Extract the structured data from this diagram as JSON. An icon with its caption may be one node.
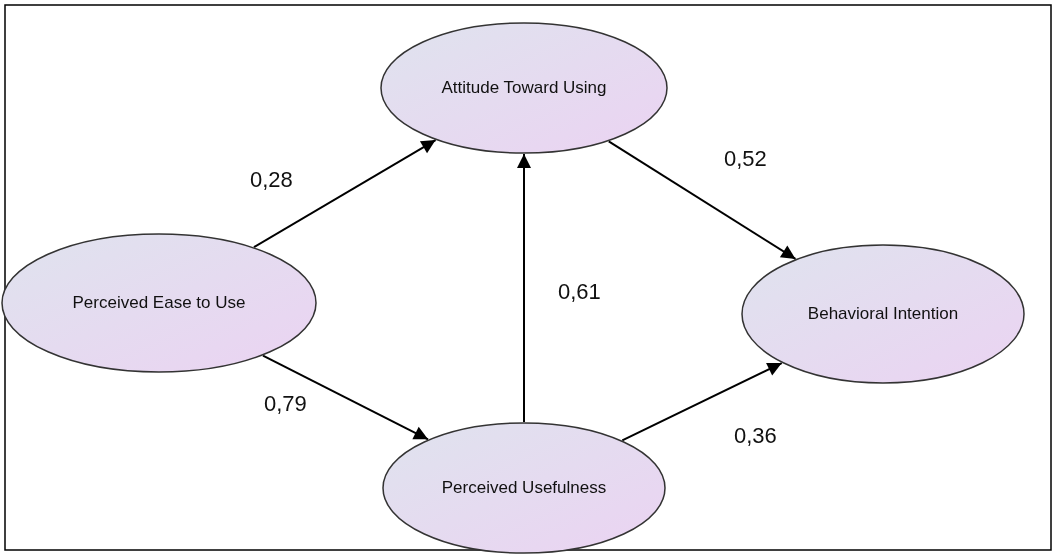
{
  "diagram": {
    "nodes": [
      {
        "text": [
          "Attitude Toward Using"
        ]
      },
      {
        "text": [
          "Perceived Ease to Use"
        ]
      },
      {
        "text": [
          "Behavioral Intention"
        ]
      },
      {
        "text": [
          "Perceived Usefulness"
        ]
      }
    ],
    "edges": [
      {
        "from": 1,
        "to": 0,
        "arrow": "to",
        "label": "0,28"
      },
      {
        "from": 0,
        "to": 2,
        "arrow": "to",
        "label": "0,52"
      },
      {
        "from": 3,
        "to": 0,
        "arrow": "to",
        "label": "0,61"
      },
      {
        "from": 1,
        "to": 3,
        "arrow": "to",
        "label": "0,79"
      },
      {
        "from": 3,
        "to": 2,
        "arrow": "to",
        "label": "0,36"
      }
    ]
  }
}
